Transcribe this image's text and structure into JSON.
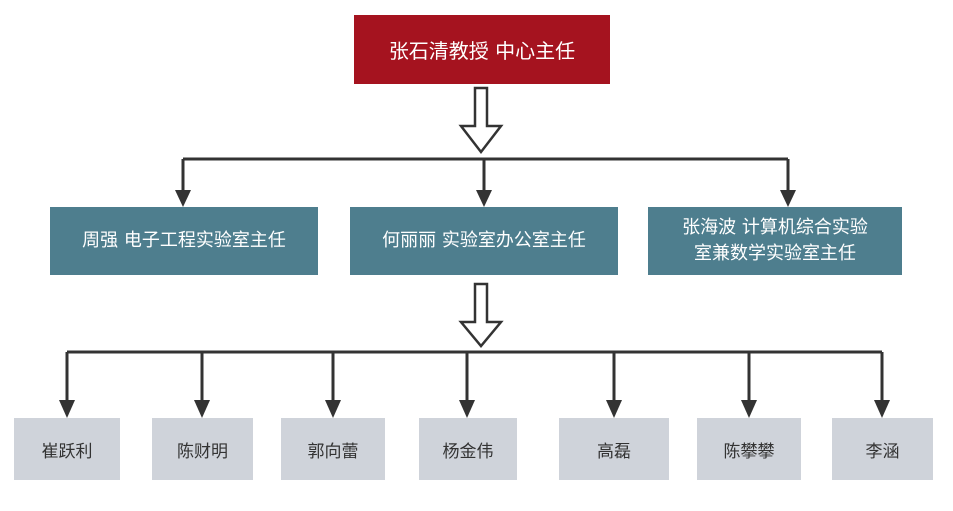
{
  "head": {
    "name_title": "张石清教授 中心主任"
  },
  "managers": [
    {
      "line1": "周强 电子工程实验室主任",
      "line2": ""
    },
    {
      "line1": "何丽丽 实验室办公室主任",
      "line2": ""
    },
    {
      "line1": "张海波 计算机综合实验",
      "line2": "室兼数学实验室主任"
    }
  ],
  "staff": [
    "崔跃利",
    "陈财明",
    "郭向蕾",
    "杨金伟",
    "高磊",
    "陈攀攀",
    "李涵"
  ],
  "colors": {
    "head_fill": "#a5131f",
    "manager_fill": "#4e7e8e",
    "staff_fill": "#cfd3da",
    "connector": "#333333"
  }
}
